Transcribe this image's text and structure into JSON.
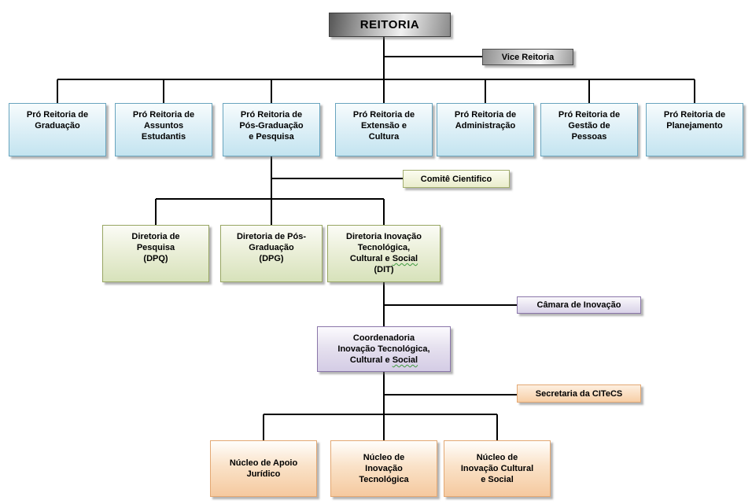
{
  "palette": {
    "blue_border": "#68a4be",
    "blue_fill": "#c3e4f0",
    "green_border": "#97a562",
    "green_fill": "#d7e2ba",
    "purple_border": "#8a76a9",
    "purple_fill": "#d4cce5",
    "orange_border": "#e3a873",
    "orange_fill": "#f5c99f",
    "gray_box_dark": "#565656",
    "gray_box_light": "#f0f0f0",
    "connector": "#000000",
    "spellcheck_squiggle": "#3f9b3f",
    "background": "#ffffff",
    "text": "#000000"
  },
  "nodes": {
    "reitoria": {
      "lines": [
        "REITORIA"
      ]
    },
    "vice_reitoria": {
      "lines": [
        "Vice Reitoria"
      ]
    },
    "pro_graduacao": {
      "lines": [
        "Pró Reitoria de",
        "Graduação"
      ]
    },
    "pro_assuntos_estudantis": {
      "lines": [
        "Pró Reitoria de",
        "Assuntos",
        "Estudantis"
      ]
    },
    "pro_pos_graduacao": {
      "lines": [
        "Pró Reitoria de",
        "Pós-Graduação",
        "e Pesquisa"
      ]
    },
    "pro_extensao_cultura": {
      "lines": [
        "Pró Reitoria de",
        "Extensão e",
        "Cultura"
      ]
    },
    "pro_administracao": {
      "lines": [
        "Pró Reitoria de",
        "Administração"
      ]
    },
    "pro_gestao_pessoas": {
      "lines": [
        "Pró Reitoria de",
        "Gestão de",
        "Pessoas"
      ]
    },
    "pro_planejamento": {
      "lines": [
        "Pró Reitoria de",
        "Planejamento"
      ]
    },
    "comite_cientifico": {
      "lines": [
        "Comitê Cientifico"
      ]
    },
    "dpq": {
      "lines": [
        "Diretoria de",
        "Pesquisa",
        "(DPQ)"
      ]
    },
    "dpg": {
      "lines": [
        "Diretoria de Pós-",
        "Graduação",
        "(DPG)"
      ]
    },
    "dit": {
      "lines": [
        "Diretoria Inovação",
        "Tecnológica,"
      ],
      "wavy_line": {
        "pre": "Cultural e ",
        "wavy": "Social"
      },
      "suffix_line": "(DIT)"
    },
    "camara_inovacao": {
      "lines": [
        "Câmara de Inovação"
      ]
    },
    "coordenadoria_citecs": {
      "lines": [
        "Coordenadoria",
        "Inovação Tecnológica,"
      ],
      "wavy_line": {
        "pre": "Cultural e ",
        "wavy": "Social"
      }
    },
    "secretaria_citecs": {
      "lines": [
        "Secretaria da CITeCS"
      ]
    },
    "nucleo_apoio_juridico": {
      "lines": [
        "Núcleo de Apoio",
        "Jurídico"
      ]
    },
    "nucleo_inovacao_tecnologica": {
      "lines": [
        "Núcleo de",
        "Inovação",
        "Tecnológica"
      ]
    },
    "nucleo_inovacao_cultural_social": {
      "lines": [
        "Núcleo de",
        "Inovação Cultural",
        "e Social"
      ]
    }
  }
}
